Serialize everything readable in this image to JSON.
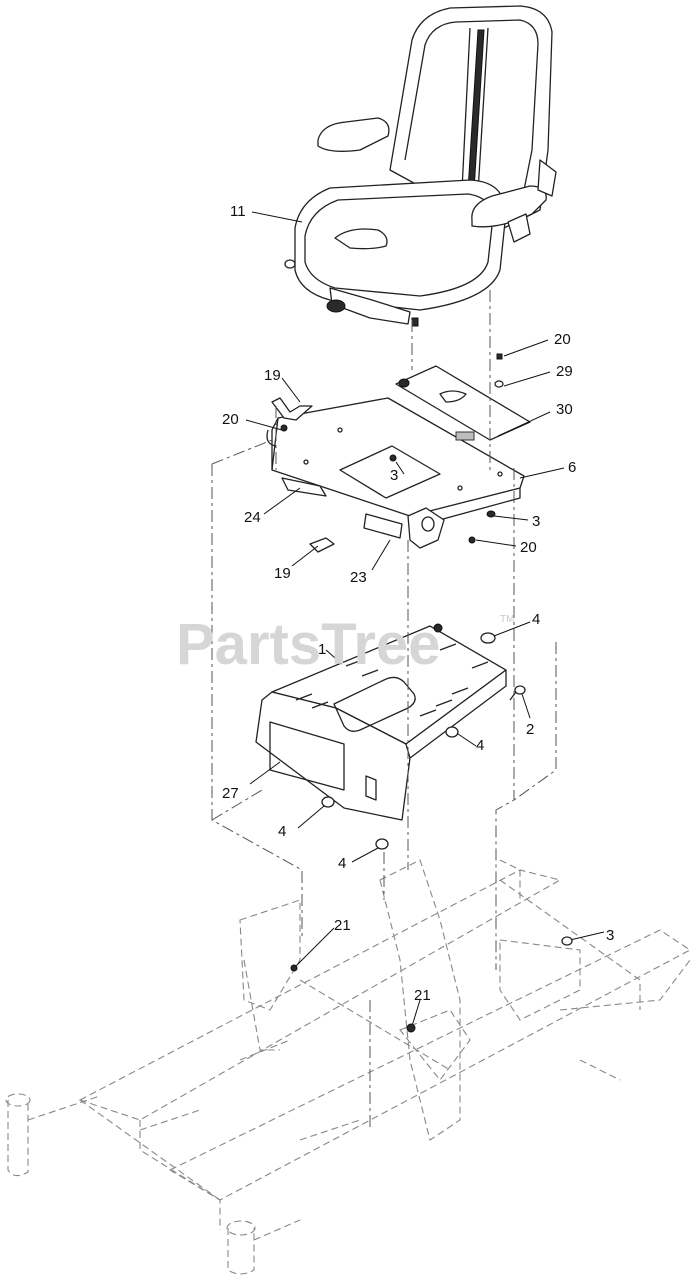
{
  "diagram": {
    "watermark": "PartsTree",
    "watermark_mark": "TM",
    "callouts": [
      "11",
      "20",
      "29",
      "19",
      "20",
      "30",
      "3",
      "6",
      "24",
      "3",
      "19",
      "23",
      "20",
      "4",
      "1",
      "2",
      "4",
      "27",
      "4",
      "4",
      "21",
      "3",
      "21"
    ]
  }
}
